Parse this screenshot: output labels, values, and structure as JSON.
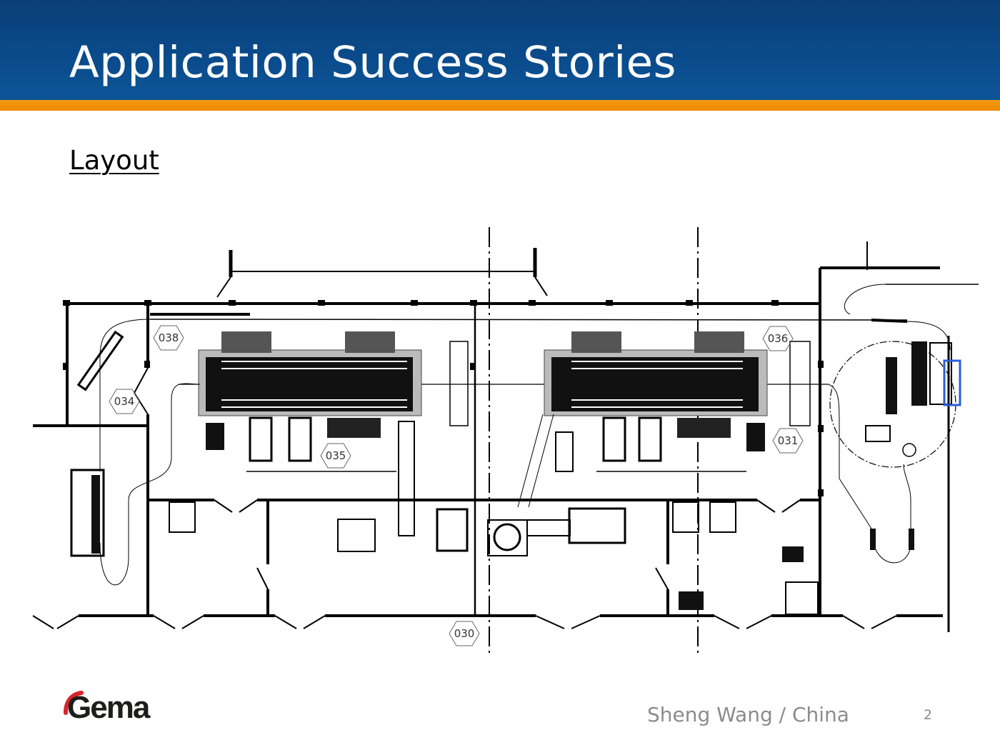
{
  "header": {
    "title": "Application Success Stories",
    "colors": {
      "banner": "#0a4a8a",
      "stripe": "#f39a12"
    }
  },
  "content": {
    "subtitle": "Layout",
    "drawing": {
      "description": "CAD floor plan of a powder coating plant with two booth lines",
      "hex_labels": [
        "038",
        "034",
        "035",
        "036",
        "031",
        "030"
      ],
      "highlight_color": "#2a5fd6"
    }
  },
  "footer": {
    "logo_text": "Gema",
    "logo_accent": "#d8232a",
    "author": "Sheng Wang / China",
    "page_number": "2"
  }
}
